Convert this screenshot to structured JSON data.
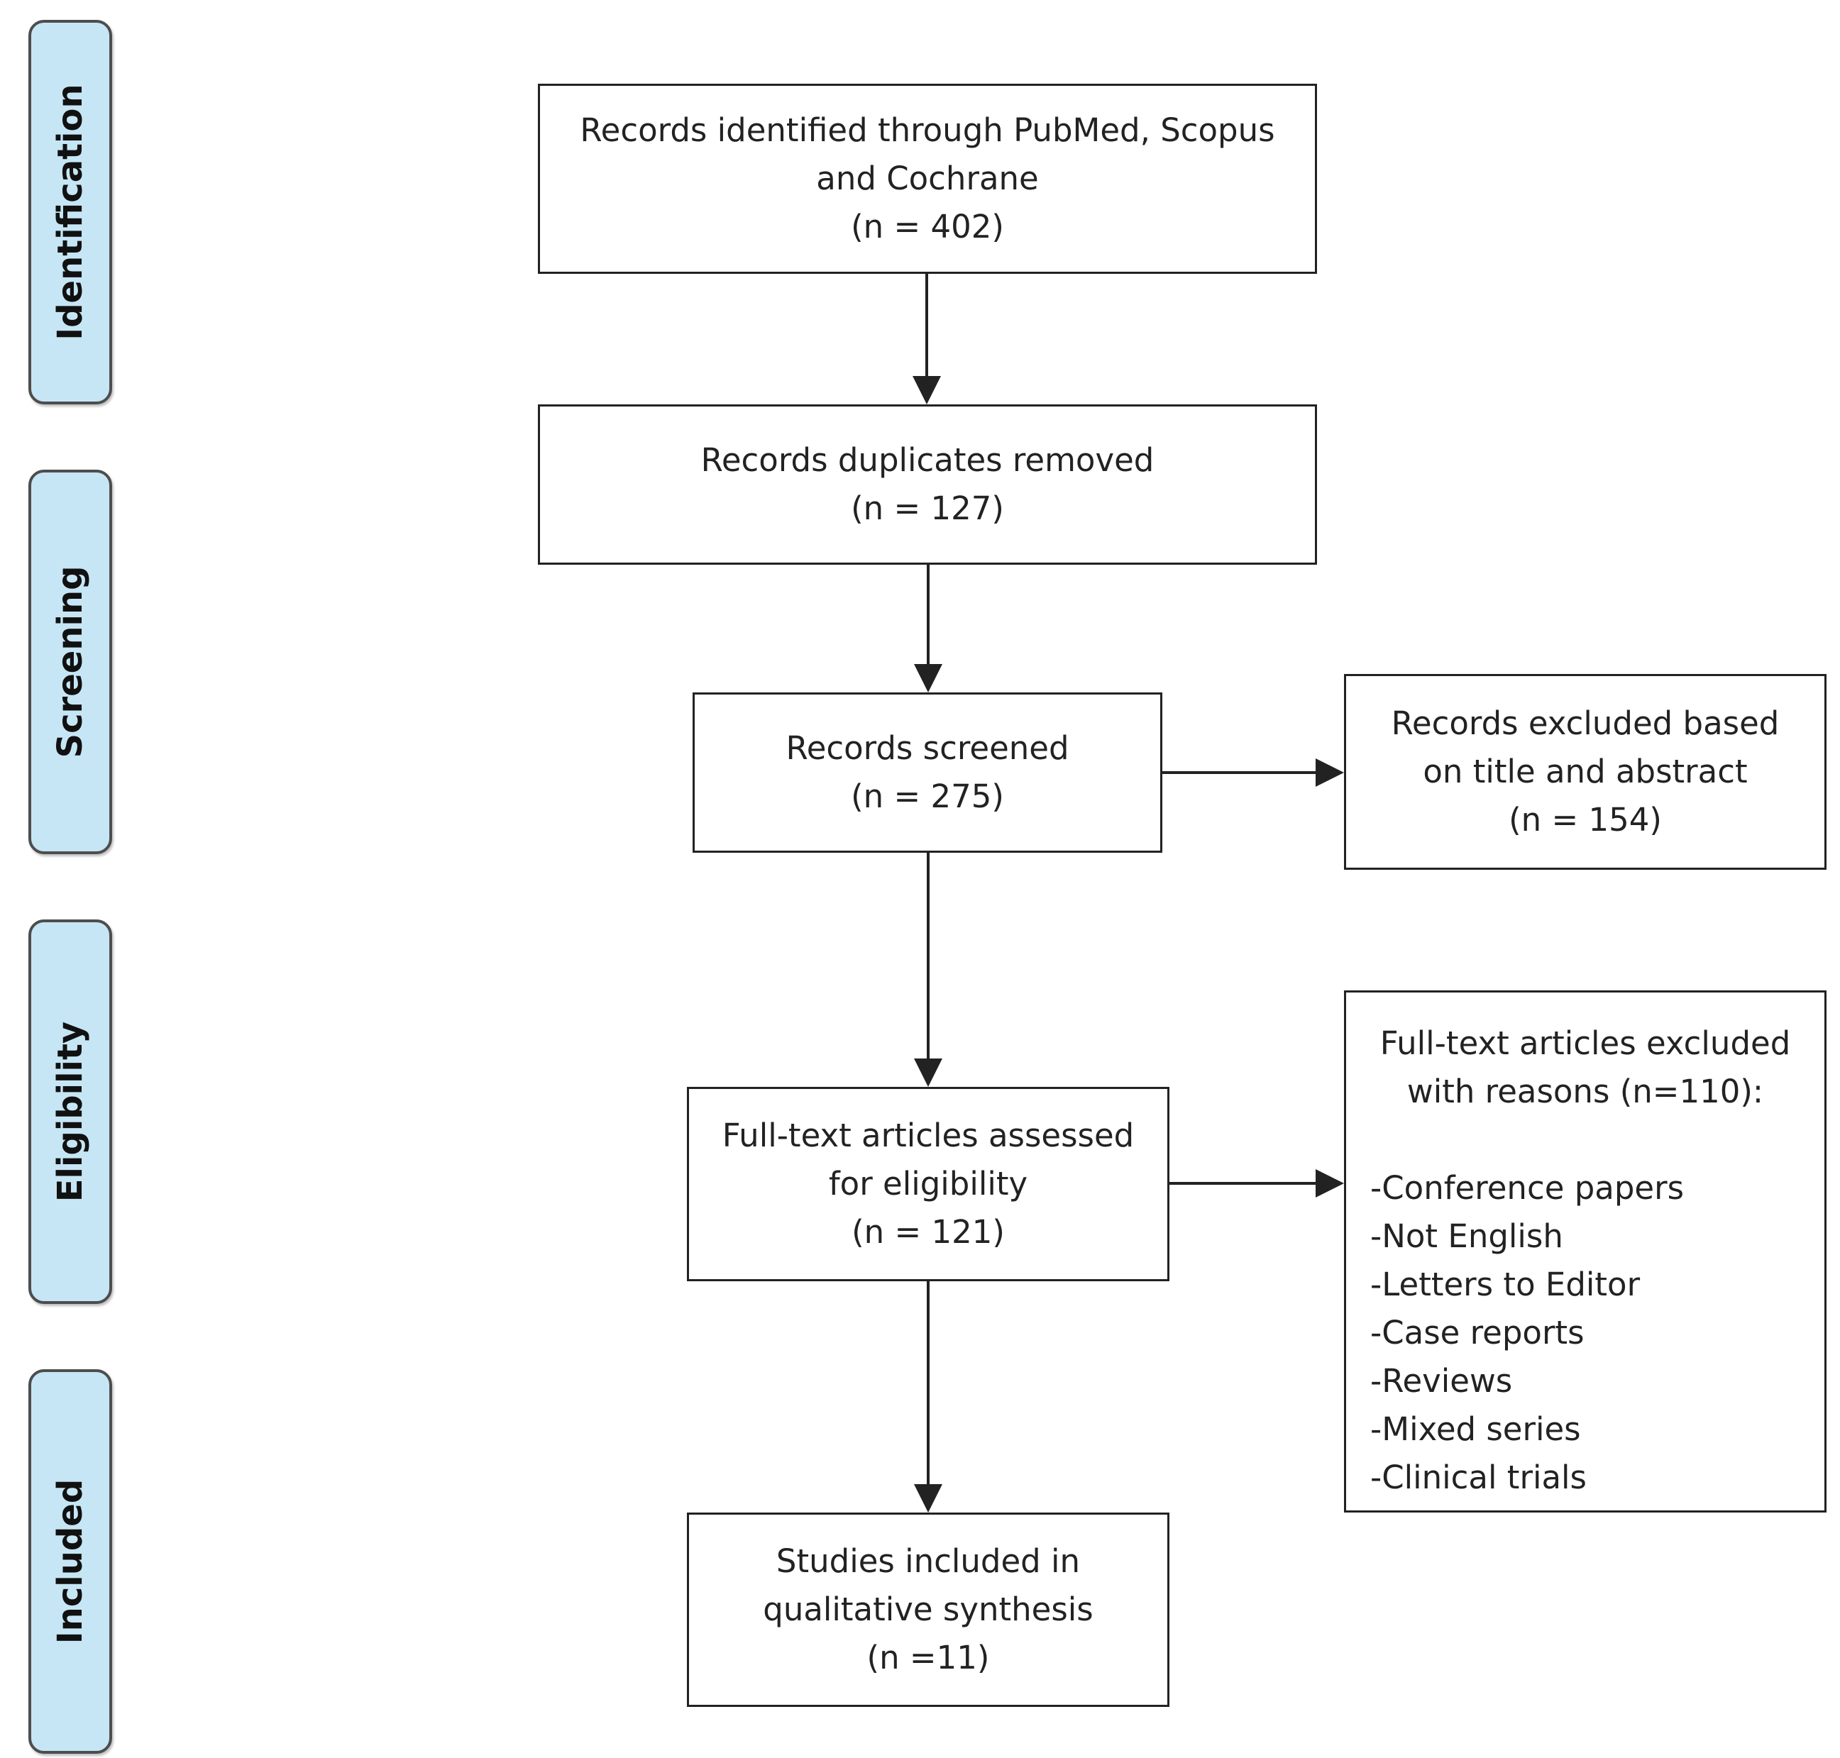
{
  "phases": [
    {
      "label": "Identification"
    },
    {
      "label": "Screening"
    },
    {
      "label": "Eligibility"
    },
    {
      "label": "Included"
    }
  ],
  "boxes": {
    "identified": {
      "lines": [
        "Records identified through PubMed, Scopus",
        "and Cochrane",
        "(n = 402)"
      ]
    },
    "duplicates": {
      "lines": [
        "Records duplicates removed",
        "(n = 127)"
      ]
    },
    "screened": {
      "lines": [
        "Records screened",
        "(n = 275)"
      ]
    },
    "excluded_title": {
      "lines": [
        "Records excluded based",
        "on title and abstract",
        "(n = 154)"
      ]
    },
    "fulltext": {
      "lines": [
        "Full-text articles assessed",
        "for eligibility",
        "(n = 121)"
      ]
    },
    "excluded_reasons": {
      "lines": [
        "Full-text articles excluded",
        "with reasons (n=110):"
      ],
      "reasons": [
        "-Conference papers",
        "-Not English",
        "-Letters to Editor",
        "-Case reports",
        "-Reviews",
        "-Mixed series",
        "-Clinical trials"
      ]
    },
    "included": {
      "lines": [
        "Studies included in",
        "qualitative synthesis",
        "(n =11)"
      ]
    }
  },
  "colors": {
    "phase_fill": "#c6e6f5",
    "line": "#222222"
  }
}
